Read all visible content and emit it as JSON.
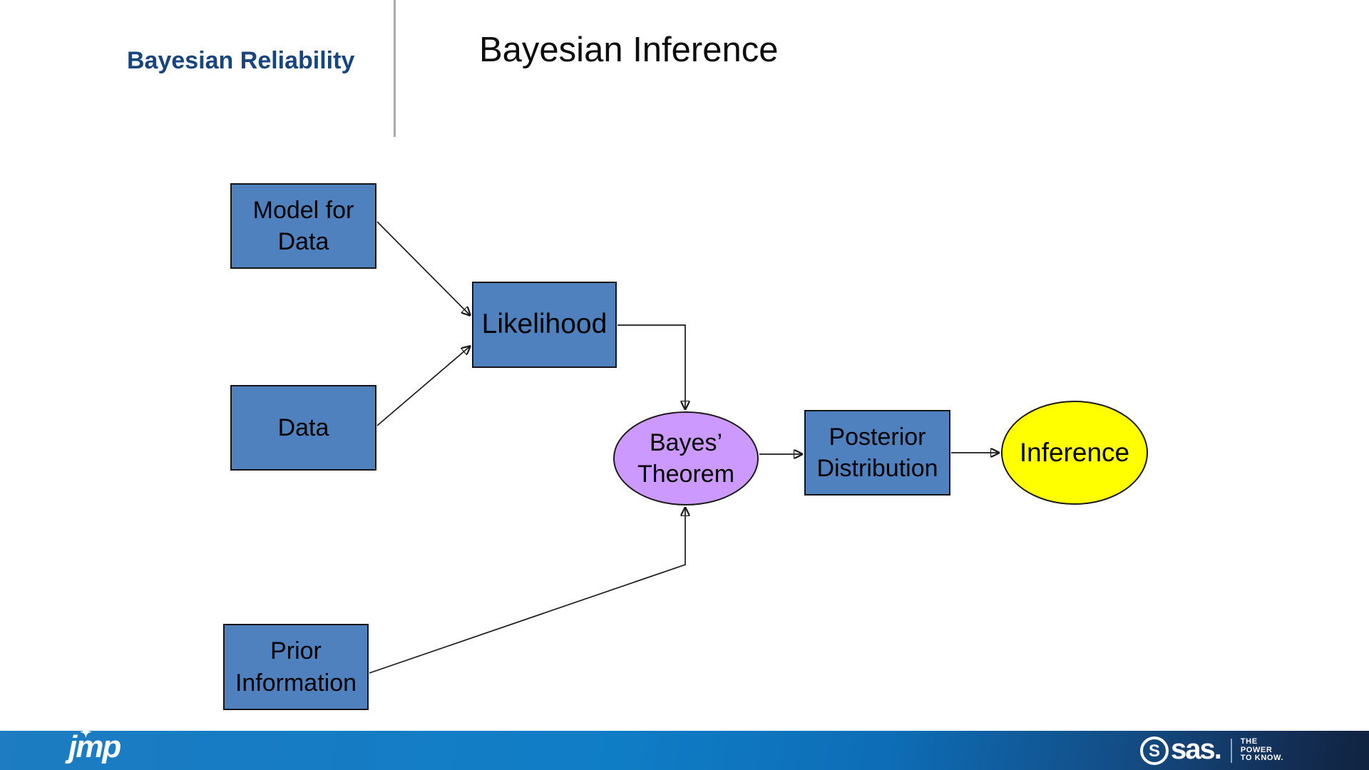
{
  "header": {
    "brand": "Bayesian Reliability",
    "title": "Bayesian Inference"
  },
  "diagram": {
    "nodes": {
      "model": {
        "label": "Model for\nData",
        "shape": "rect",
        "fill": "#4E81BD"
      },
      "data": {
        "label": "Data",
        "shape": "rect",
        "fill": "#4E81BD"
      },
      "likelihood": {
        "label": "Likelihood",
        "shape": "rect",
        "fill": "#4E81BD"
      },
      "prior": {
        "label": "Prior\nInformation",
        "shape": "rect",
        "fill": "#4E81BD"
      },
      "bayes": {
        "label": "Bayes’\nTheorem",
        "shape": "ellipse",
        "fill": "#CC99FF"
      },
      "posterior": {
        "label": "Posterior\nDistribution",
        "shape": "rect",
        "fill": "#4E81BD"
      },
      "inference": {
        "label": "Inference",
        "shape": "ellipse",
        "fill": "#FFFF00"
      }
    },
    "edges": [
      {
        "from": "model",
        "to": "likelihood"
      },
      {
        "from": "data",
        "to": "likelihood"
      },
      {
        "from": "likelihood",
        "to": "bayes"
      },
      {
        "from": "prior",
        "to": "bayes"
      },
      {
        "from": "bayes",
        "to": "posterior"
      },
      {
        "from": "posterior",
        "to": "inference"
      }
    ]
  },
  "footer": {
    "jmp_text": "jmp",
    "jmp_star": "✦",
    "sas_mark": "S",
    "sas_text": "sas.",
    "tagline": [
      "THE",
      "POWER",
      "TO KNOW."
    ]
  },
  "colors": {
    "brand_navy": "#17457E",
    "box_blue": "#4E81BD",
    "ellipse_purple": "#CC99FF",
    "ellipse_yellow": "#FFFF00",
    "footer_blue_left": "#1D7CC2",
    "footer_blue_right": "#10233F",
    "divider_gray": "#A9A9A9"
  }
}
